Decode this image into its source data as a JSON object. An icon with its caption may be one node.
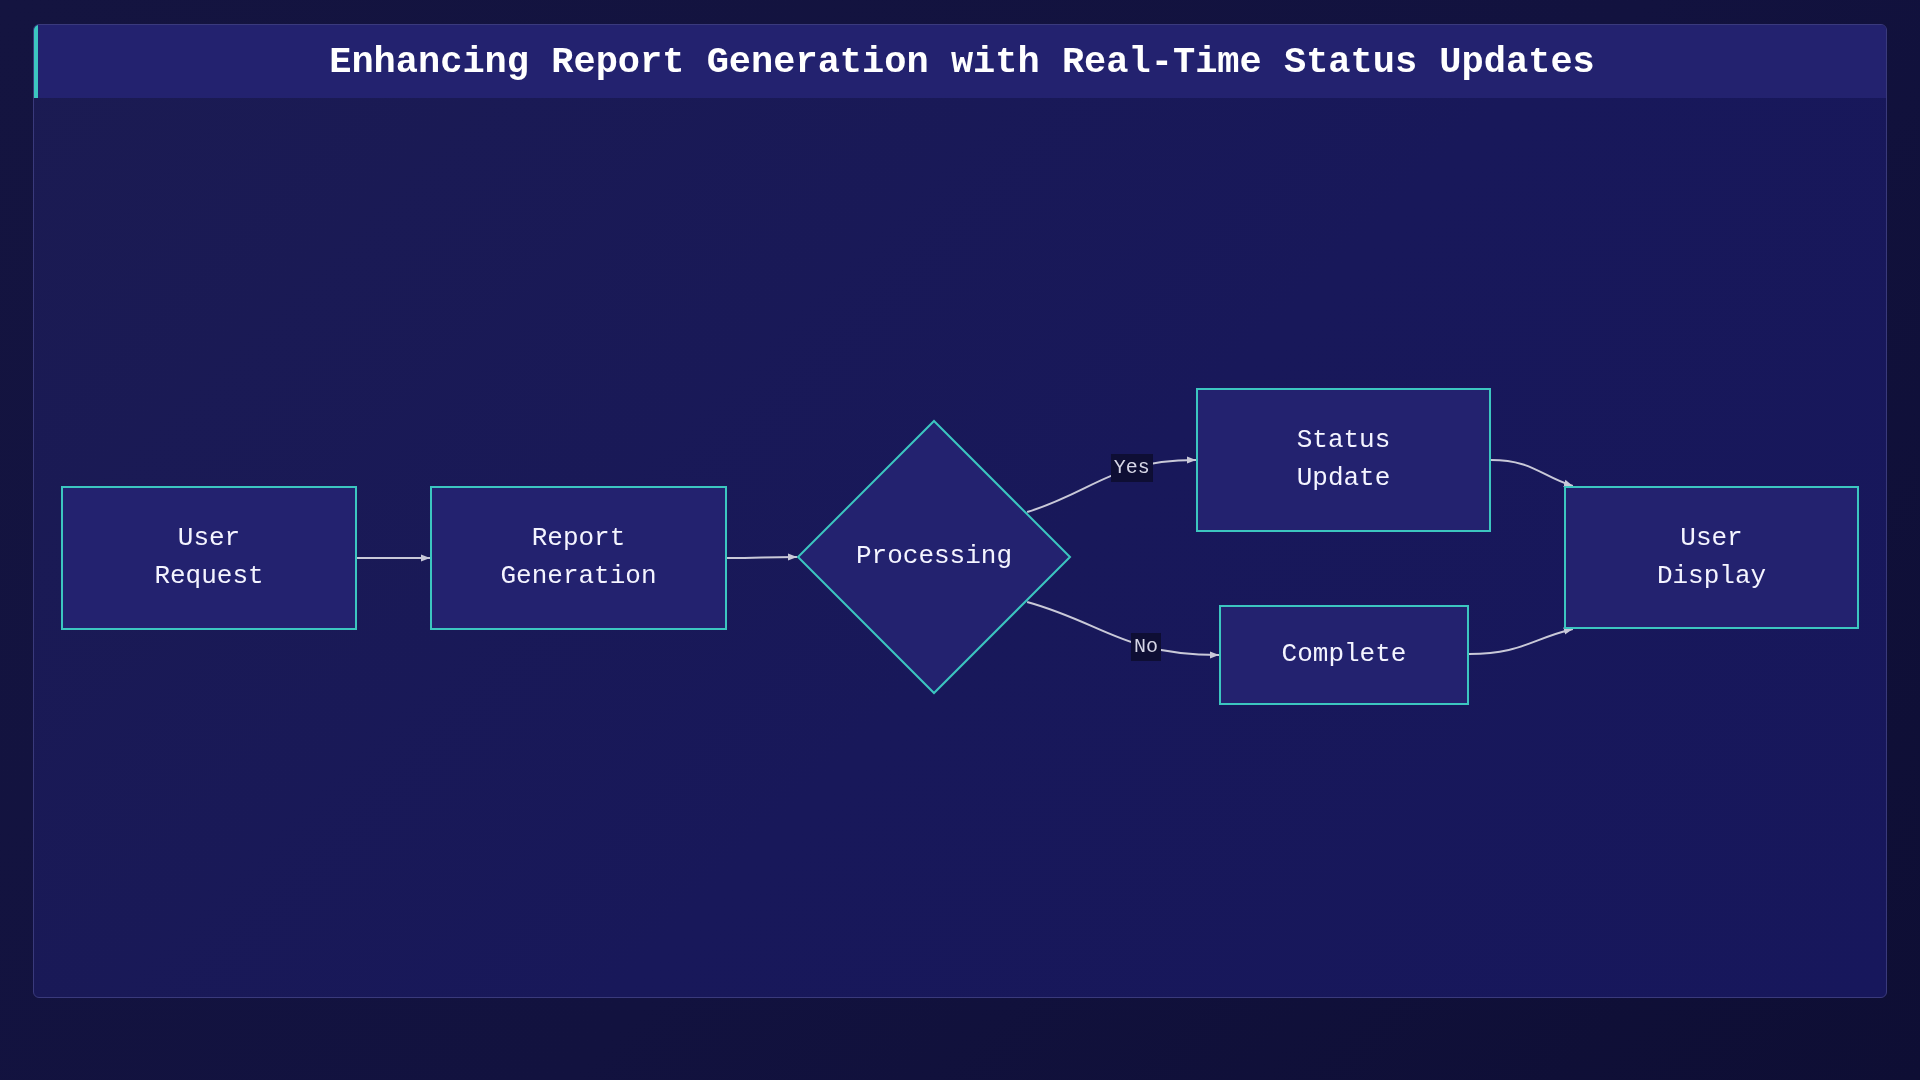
{
  "diagram": {
    "title": "Enhancing Report Generation with Real-Time Status Updates",
    "nodes": [
      {
        "text": [
          "User Request"
        ]
      },
      {
        "text": [
          "Report Generation"
        ]
      },
      {
        "text": [
          "Processing"
        ]
      },
      {
        "text": [
          "Status Update"
        ]
      },
      {
        "text": [
          "Complete"
        ]
      },
      {
        "text": [
          "User Display"
        ]
      }
    ],
    "edges": [
      {
        "from": 0,
        "to": 1,
        "arrow": "to"
      },
      {
        "from": 1,
        "to": 2,
        "arrow": "to"
      },
      {
        "from": 2,
        "to": 3,
        "arrow": "to",
        "label": "Yes"
      },
      {
        "from": 2,
        "to": 4,
        "arrow": "to",
        "label": "No"
      },
      {
        "from": 3,
        "to": 5,
        "arrow": "to"
      },
      {
        "from": 4,
        "to": 5,
        "arrow": "to"
      }
    ]
  }
}
